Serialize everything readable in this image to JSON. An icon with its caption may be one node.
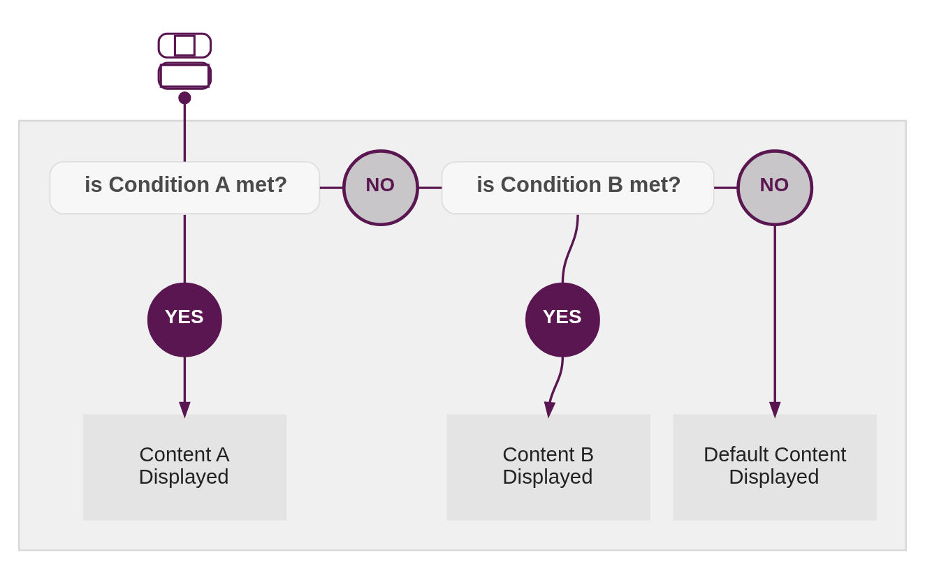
{
  "diagram": {
    "nodes": [
      {
        "text": [],
        "shape": "person"
      },
      {
        "text": [],
        "shape": "box"
      },
      {
        "text": [
          "is Condition A met?"
        ],
        "in": 1
      },
      {
        "text": [
          "NO"
        ],
        "in": 1
      },
      {
        "text": [
          "is Condition B met?"
        ],
        "in": 1
      },
      {
        "text": [
          "NO"
        ],
        "in": 1
      },
      {
        "text": [
          "YES"
        ],
        "in": 1
      },
      {
        "text": [
          "YES"
        ],
        "in": 1
      },
      {
        "text": [
          "Content A Displayed"
        ],
        "in": 1
      },
      {
        "text": [
          "Content B Displayed"
        ],
        "in": 1
      },
      {
        "text": [
          "Default Content Displayed"
        ],
        "in": 1
      }
    ],
    "edges": [
      {
        "from": 0,
        "to": 2,
        "arrow": "other"
      },
      {
        "from": 2,
        "to": 3,
        "arrow": "none"
      },
      {
        "from": 3,
        "to": 4,
        "arrow": "none"
      },
      {
        "from": 4,
        "to": 5,
        "arrow": "none"
      },
      {
        "from": 2,
        "to": 6,
        "arrow": "none"
      },
      {
        "from": 6,
        "to": 8,
        "arrow": "to"
      },
      {
        "from": 4,
        "to": 7,
        "arrow": "none"
      },
      {
        "from": 7,
        "to": 9,
        "arrow": "to"
      },
      {
        "from": 5,
        "to": 10,
        "arrow": "to"
      }
    ]
  }
}
